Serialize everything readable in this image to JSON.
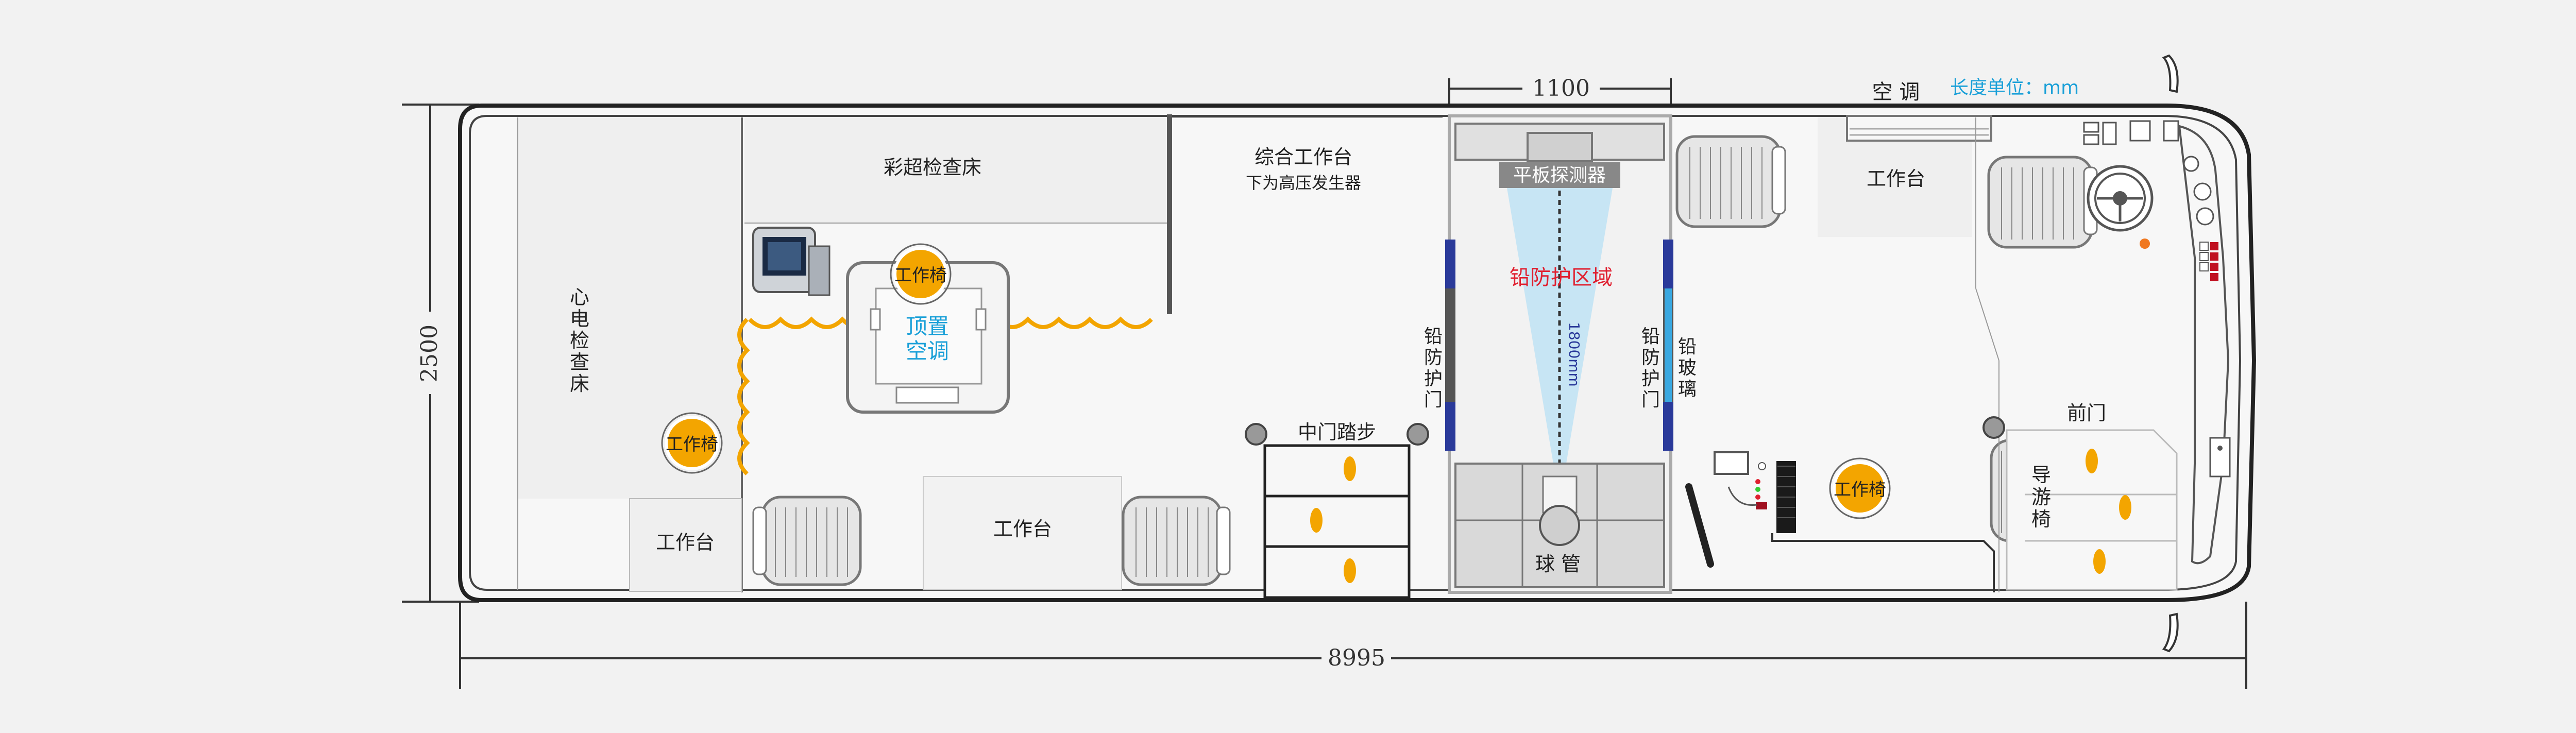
{
  "dimensions": {
    "total_length": "8995",
    "total_width": "2500",
    "lead_area_width": "1100",
    "beam_distance": "1800mm"
  },
  "unit_note": "长度单位：mm",
  "labels": {
    "air_conditioner": "空 调",
    "ecg_bed": [
      "心",
      "电",
      "检",
      "查",
      "床"
    ],
    "ultrasound_bed": "彩超检查床",
    "roof_ac": [
      "顶置",
      "空调"
    ],
    "integrated_bench_line1": "综合工作台",
    "integrated_bench_line2": "下为高压发生器",
    "flat_detector": "平板探测器",
    "lead_zone": "铅防护区域",
    "lead_door_left": [
      "铅",
      "防",
      "护",
      "门"
    ],
    "lead_door_right": [
      "铅",
      "防",
      "护",
      "门"
    ],
    "lead_glass": [
      "铅",
      "玻",
      "璃"
    ],
    "middle_step": "中门踏步",
    "front_door": "前门",
    "guide_seat": [
      "导",
      "游",
      "椅"
    ],
    "tube": "球    管",
    "work_chair": "工作椅",
    "workbench": "工作台"
  },
  "colors": {
    "accent_blue": "#1aa0d8",
    "lead_red": "#e02030",
    "chair_orange": "#f3a500",
    "door_blue": "#2a3a9a"
  }
}
